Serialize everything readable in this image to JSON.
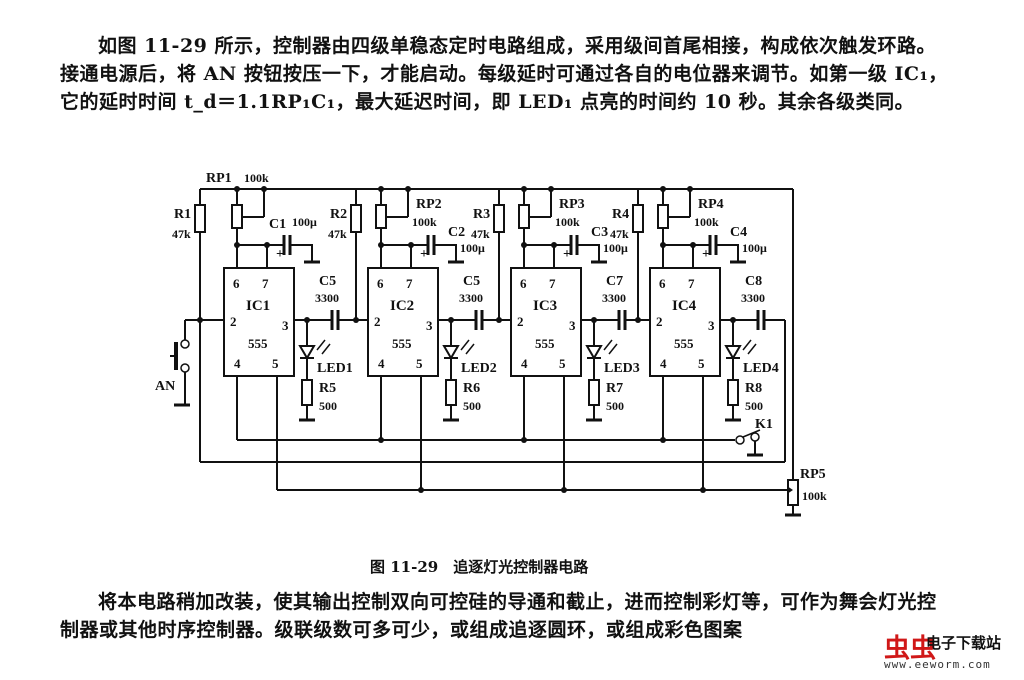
{
  "paragraph1": "如图 11-29 所示，控制器由四级单稳态定时电路组成，采用级间首尾相接，构成依次触发环路。接通电源后，将 AN 按钮按压一下，才能启动。每级延时可通过各自的电位器来调节。如第一级 IC₁，它的延时时间 t_d＝1.1RP₁C₁，最大延迟时间，即 LED₁ 点亮的时间约 10 秒。其余各级类同。",
  "caption": "图 11-29　追逐灯光控制器电路",
  "paragraph2": "将本电路稍加改装，使其输出控制双向可控硅的导通和截止，进而控制彩灯等，可作为舞会灯光控制器或其他时序控制器。级联级数可多可少，或组成追逐圆环，或组成彩色图案",
  "circuit": {
    "stages": [
      {
        "ic": "IC1",
        "chip": "555",
        "rp": "RP1",
        "rp_value": "100k",
        "r": "R1",
        "r_value": "47k",
        "c": "C1",
        "c_value": "100μ",
        "cc": "C5",
        "cc_value": "3300",
        "led": "LED1",
        "rl": "R5",
        "rl_value": "500"
      },
      {
        "ic": "IC2",
        "chip": "555",
        "rp": "RP2",
        "rp_value": "100k",
        "r": "R2",
        "r_value": "47k",
        "c": "C2",
        "c_value": "100μ",
        "cc": "C5",
        "cc_value": "3300",
        "led": "LED2",
        "rl": "R6",
        "rl_value": "500"
      },
      {
        "ic": "IC3",
        "chip": "555",
        "rp": "RP3",
        "rp_value": "100k",
        "r": "R3",
        "r_value": "47k",
        "c": "C3",
        "c_value": "100μ",
        "cc": "C7",
        "cc_value": "3300",
        "led": "LED3",
        "rl": "R7",
        "rl_value": "500"
      },
      {
        "ic": "IC4",
        "chip": "555",
        "rp": "RP4",
        "rp_value": "100k",
        "r": "R4",
        "r_value": "47k",
        "c": "C4",
        "c_value": "100μ",
        "cc": "C8",
        "cc_value": "3300",
        "led": "LED4",
        "rl": "R8",
        "rl_value": "500"
      }
    ],
    "pins": [
      "6",
      "7",
      "2",
      "3",
      "4",
      "5"
    ],
    "button": "AN",
    "switch": "K1",
    "rp5": "RP5",
    "rp5_value": "100k"
  },
  "logo": {
    "name": "电子下载站",
    "url": "www.eeworm.com",
    "mark": "虫虫"
  }
}
